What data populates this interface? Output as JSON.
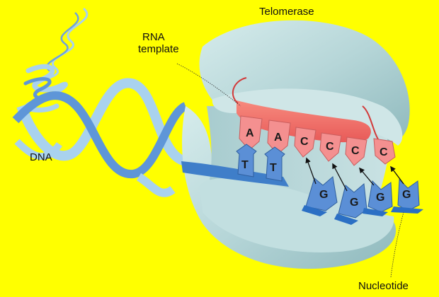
{
  "labels": {
    "telomerase": "Telomerase",
    "rna_template_line1": "RNA",
    "rna_template_line2": "template",
    "dna": "DNA",
    "nucleotide": "Nucleotide"
  },
  "rna_bases": [
    "A",
    "A",
    "C",
    "C",
    "C",
    "C"
  ],
  "dna_strand_bases": [
    "T",
    "T"
  ],
  "incoming_nucleotides": [
    "G",
    "G",
    "G",
    "G"
  ],
  "colors": {
    "background": "#ffff00",
    "enzyme": "#b8d8da",
    "rna_template": "#f07070",
    "rna_base": "#f49090",
    "dna_base": "#5b8fd6",
    "helix_light": "#a9d2ee",
    "helix_dark": "#5e96d8"
  }
}
